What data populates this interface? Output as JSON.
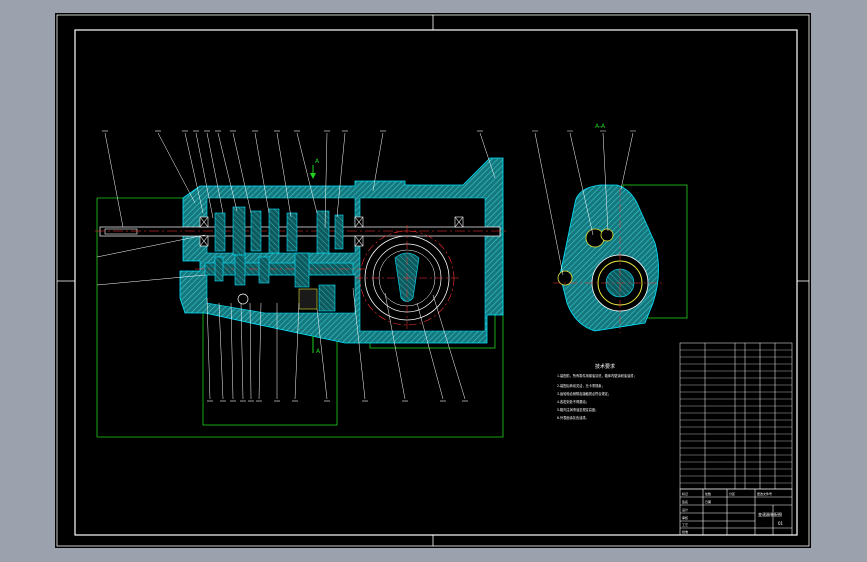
{
  "colors": {
    "background": "#9ba1ad",
    "sheet": "#000000",
    "frame": "#ffffff",
    "body_hatch": "#1e9aa0",
    "body_fill": "#14787e",
    "section_line": "#00e5ff",
    "leader": "#ffffff",
    "outline_box": "#1ed21e",
    "centerline": "#ff3030",
    "circle_red": "#ff3030",
    "gear_yellow": "#e6e63c",
    "view_arrow": "#1ed21e",
    "table_text": "#ffffff"
  },
  "view_labels": {
    "section_mark_top": "A",
    "section_mark_bottom": "A",
    "side_view_title": "A-A"
  },
  "notes": {
    "title": "技术要求",
    "lines": [
      "1.装配前，所有零件用煤油清洗，箱体内壁涂耐油油漆；",
      "2.装配后转动灵活，无卡滞现象；",
      "3.齿轮啮合侧隙及接触斑点符合规定；",
      "4.各密封处不得漏油；",
      "5.箱内注润滑油至规定高度；",
      "6.外表面涂灰色油漆。"
    ]
  },
  "title_block": {
    "drawing_name": "变速器装配图",
    "sheet_code": "01",
    "bottom_labels": [
      "标记",
      "处数",
      "分区",
      "更改文件号",
      "签名",
      "日期"
    ],
    "sign_labels": [
      "设计",
      "审核",
      "工艺",
      "批准"
    ]
  }
}
